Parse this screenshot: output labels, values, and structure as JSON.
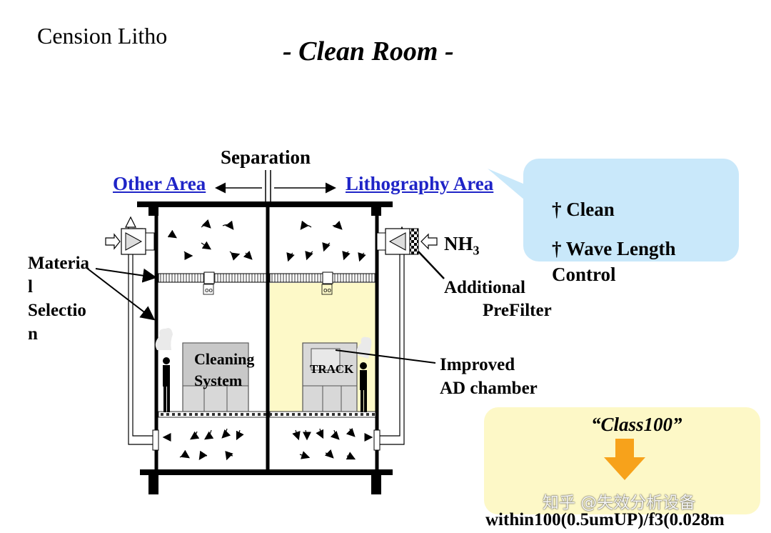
{
  "brand": "Cension Litho",
  "title": "- Clean Room -",
  "separation_label": "Separation",
  "areas": {
    "other": "Other Area",
    "lithography": "Lithography Area"
  },
  "nh3": {
    "base": "NH",
    "sub": "3"
  },
  "labels": {
    "material_selection": [
      "Materia",
      "l",
      "Selectio",
      "n"
    ],
    "additional_prefilter": [
      "Additional",
      "PreFilter"
    ],
    "improved_ad_chamber": [
      "Improved",
      "AD chamber"
    ],
    "cleaning_system": [
      "Cleaning",
      "System"
    ],
    "track": "TRACK"
  },
  "callout": {
    "items": [
      "† Clean",
      "† Wave Length",
      "Control"
    ]
  },
  "class_box": {
    "class_label": "“Class100”",
    "spec": "within100(0.5umUP)/f3(0.028m"
  },
  "watermark": "知乎 @失效分析设备",
  "colors": {
    "link": "#1f24c7",
    "callout_bg": "#c9e8fa",
    "lithography_fill": "#fdf9c8",
    "class_bg": "#fdf8c7",
    "arrow_orange": "#f7a21b"
  }
}
